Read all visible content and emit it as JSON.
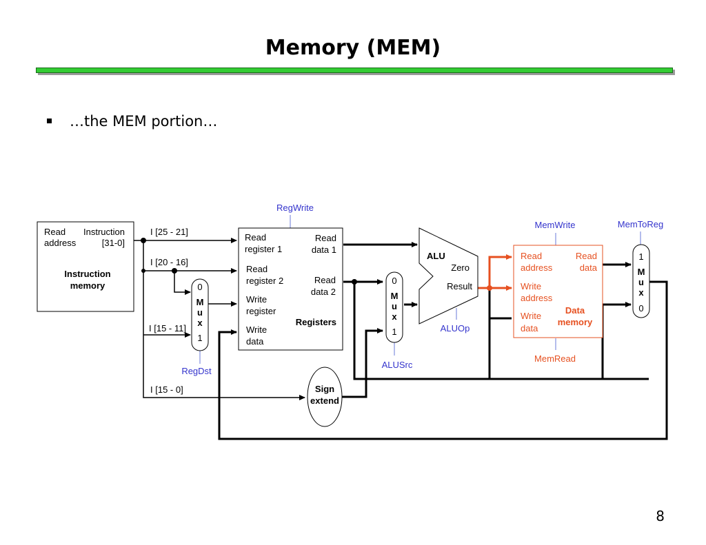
{
  "slide": {
    "title": "Memory (MEM)",
    "bullet": "…the MEM portion…",
    "page_number": "8"
  },
  "diagram": {
    "instruction_memory": {
      "read_address_l1": "Read",
      "read_address_l2": "address",
      "instruction_l1": "Instruction",
      "instruction_l2": "[31-0]",
      "name_l1": "Instruction",
      "name_l2": "memory"
    },
    "fields": {
      "f25_21": "I [25 - 21]",
      "f20_16": "I [20 - 16]",
      "f15_11": "I [15 - 11]",
      "f15_0": "I [15 - 0]"
    },
    "registers": {
      "rr1_l1": "Read",
      "rr1_l2": "register 1",
      "rr2_l1": "Read",
      "rr2_l2": "register 2",
      "wr_l1": "Write",
      "wr_l2": "register",
      "wd_l1": "Write",
      "wd_l2": "data",
      "rd1_l1": "Read",
      "rd1_l2": "data 1",
      "rd2_l1": "Read",
      "rd2_l2": "data 2",
      "name": "Registers"
    },
    "mux_regdst": {
      "in0": "0",
      "m": "M",
      "u": "u",
      "x": "x",
      "in1": "1"
    },
    "mux_alusrc": {
      "in0": "0",
      "m": "M",
      "u": "u",
      "x": "x",
      "in1": "1"
    },
    "mux_memtoreg": {
      "in1": "1",
      "m": "M",
      "u": "u",
      "x": "x",
      "in0": "0"
    },
    "alu": {
      "name": "ALU",
      "zero": "Zero",
      "result": "Result"
    },
    "sign_extend": {
      "l1": "Sign",
      "l2": "extend"
    },
    "data_memory": {
      "ra_l1": "Read",
      "ra_l2": "address",
      "rd_l1": "Read",
      "rd_l2": "data",
      "wa_l1": "Write",
      "wa_l2": "address",
      "wd_l1": "Write",
      "wd_l2": "data",
      "name_l1": "Data",
      "name_l2": "memory"
    },
    "control": {
      "regwrite": "RegWrite",
      "regdst": "RegDst",
      "alusrc": "ALUSrc",
      "aluop": "ALUOp",
      "memwrite": "MemWrite",
      "memread": "MemRead",
      "memtoreg": "MemToReg"
    },
    "colors": {
      "control": "#3333cc",
      "highlight": "#e65020",
      "rule": "#33cc33"
    }
  }
}
